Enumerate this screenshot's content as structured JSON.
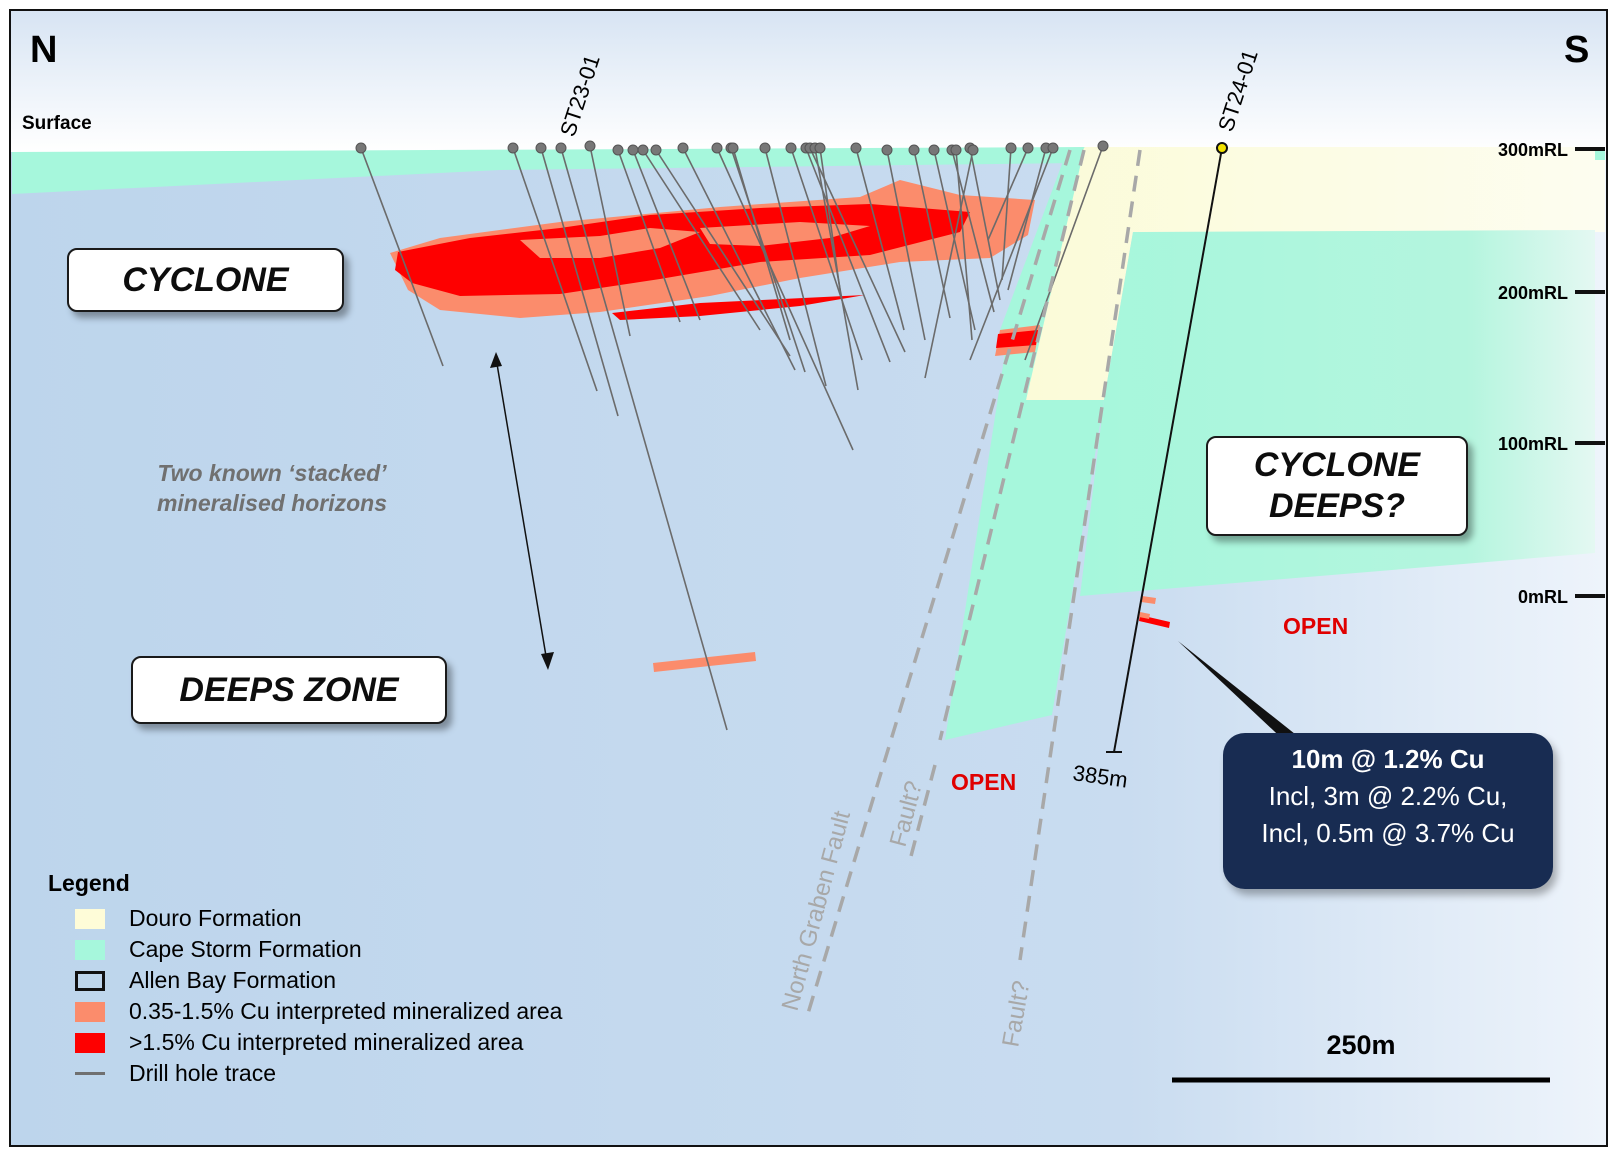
{
  "orientation": {
    "north": "N",
    "south": "S"
  },
  "surface_label": "Surface",
  "rl_labels": [
    "300mRL",
    "200mRL",
    "100mRL",
    "0mRL"
  ],
  "zones": {
    "cyclone": "CYCLONE",
    "deeps_zone": "DEEPS ZONE",
    "cyclone_deeps_line1": "CYCLONE",
    "cyclone_deeps_line2": "DEEPS?"
  },
  "stacked_note": {
    "line1": "Two known ‘stacked’",
    "line2": "mineralised horizons"
  },
  "drill_holes": {
    "st23": "ST23-01",
    "st24": "ST24-01",
    "st24_depth": "385m"
  },
  "open_labels": [
    "OPEN",
    "OPEN"
  ],
  "faults": {
    "north_graben": "North Graben Fault",
    "fault_a": "Fault?",
    "fault_b": "Fault?"
  },
  "intercept": {
    "line1": "10m @ 1.2% Cu",
    "line2": "Incl, 3m @ 2.2% Cu,",
    "line3": "Incl, 0.5m @ 3.7% Cu"
  },
  "scale_bar": "250m",
  "legend": {
    "title": "Legend",
    "items": [
      {
        "label": "Douro Formation",
        "color": "#fefcd8"
      },
      {
        "label": "Cape Storm Formation",
        "color": "#a6f7dc"
      },
      {
        "label": "Allen Bay Formation",
        "color": "outline"
      },
      {
        "label": "0.35-1.5% Cu interpreted mineralized area",
        "color": "#fb8c6c"
      },
      {
        "label": ">1.5% Cu interpreted mineralized area",
        "color": "#fe0000"
      },
      {
        "label": "Drill hole trace",
        "color": "line"
      }
    ]
  },
  "colors": {
    "douro": "#fefcd8",
    "cape_storm": "#a6f7dc",
    "low_grade": "#fb8c6c",
    "high_grade": "#fe0000",
    "callout": "#182c52",
    "open": "#e00000",
    "fault": "#a8a8a8"
  }
}
